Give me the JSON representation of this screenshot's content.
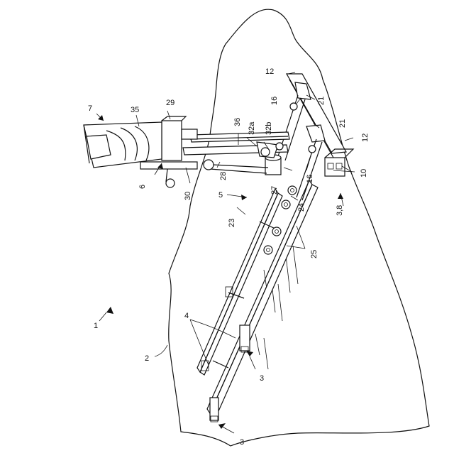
{
  "figure": {
    "labels": {
      "l1": "1",
      "l2": "2",
      "l3a": "3",
      "l3b": "3",
      "l38": "3,8",
      "l4": "4",
      "l5": "5",
      "l6": "6",
      "l7": "7",
      "l10": "10",
      "l12a": "12",
      "l12b": "12",
      "l16a": "16",
      "l16b": "16",
      "l21a": "21",
      "l21b": "21",
      "l23": "23",
      "l24": "24",
      "l25": "25",
      "l27": "27",
      "l28": "28",
      "l29": "29",
      "l30": "30",
      "l32a": "32a",
      "l32b": "32b",
      "l35": "35",
      "l36": "36"
    }
  }
}
